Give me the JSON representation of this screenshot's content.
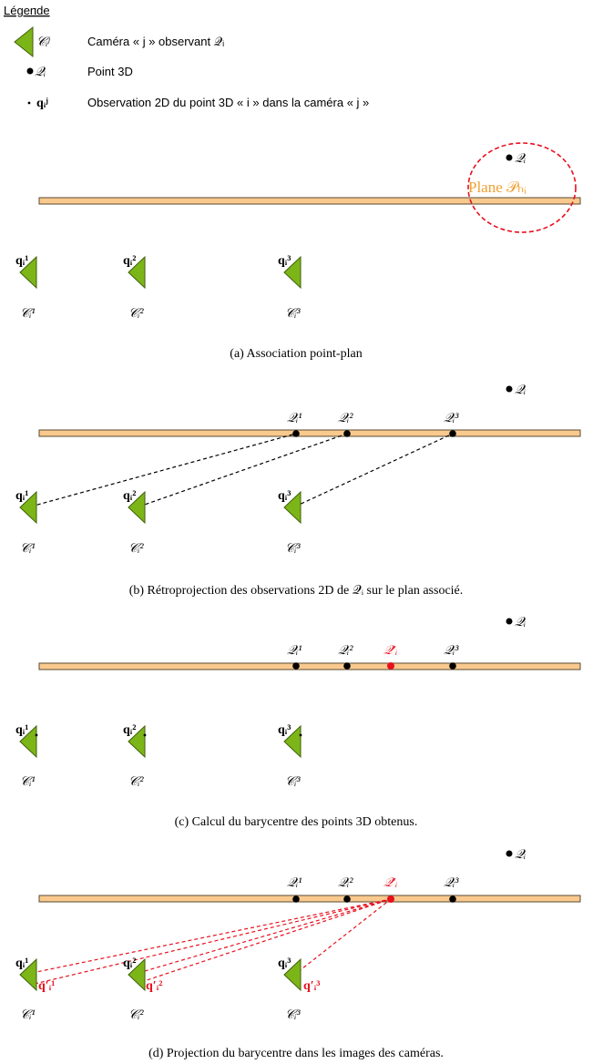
{
  "legend": {
    "title": "Légende",
    "camera_symbol": "𝒞ᵢʲ",
    "camera_text": "Caméra « j » observant 𝒬ᵢ",
    "point_symbol": "𝒬ᵢ",
    "point_text": "Point 3D",
    "obs_symbol": "qᵢʲ",
    "obs_text": "Observation 2D du point 3D « i » dans la caméra « j »"
  },
  "colors": {
    "plane": "#f9c98e",
    "camera": "#7cb518",
    "highlight": "#e8101e",
    "ink": "#000000"
  },
  "labels": {
    "point": "𝒬ᵢ",
    "plane": "Plane 𝒫ₕᵢ",
    "cameras": [
      "𝒞ᵢ¹",
      "𝒞ᵢ²",
      "𝒞ᵢ³"
    ],
    "observations": [
      "qᵢ¹",
      "qᵢ²",
      "qᵢ³"
    ],
    "backprojected": [
      "𝒬ᵢ¹",
      "𝒬ᵢ²",
      "𝒬ᵢ³"
    ],
    "barycenter": "𝒬′ᵢ",
    "reprojected": [
      "q′ᵢ¹",
      "q′ᵢ²",
      "q′ᵢ³"
    ]
  },
  "captions": [
    "(a)  Association point-plan",
    "(b)  Rétroprojection des observations 2D de 𝒬ᵢ sur le plan associé.",
    "(c)  Calcul du barycentre des points 3D obtenus.",
    "(d)  Projection du barycentre dans les images des caméras."
  ]
}
